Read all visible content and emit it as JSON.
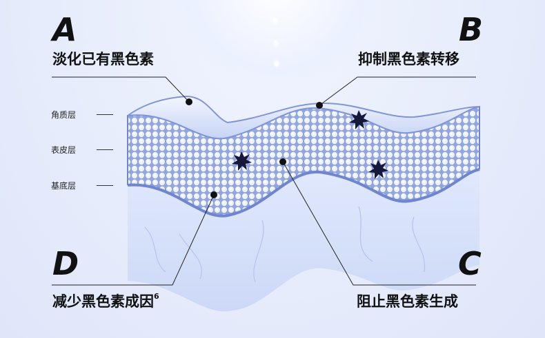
{
  "points": {
    "a": {
      "letter": "A",
      "caption": "淡化已有黑色素"
    },
    "b": {
      "letter": "B",
      "caption": "抑制黑色素转移"
    },
    "c": {
      "letter": "C",
      "caption": "阻止黑色素生成"
    },
    "d": {
      "letter": "D",
      "caption": "减少黑色素成因",
      "superscript": "6"
    }
  },
  "layers": [
    "角质层",
    "表皮层",
    "基底层"
  ],
  "colors": {
    "accent": "#111111",
    "layer_blue": "#7f95d8",
    "dermis": "#d9e4fb"
  }
}
